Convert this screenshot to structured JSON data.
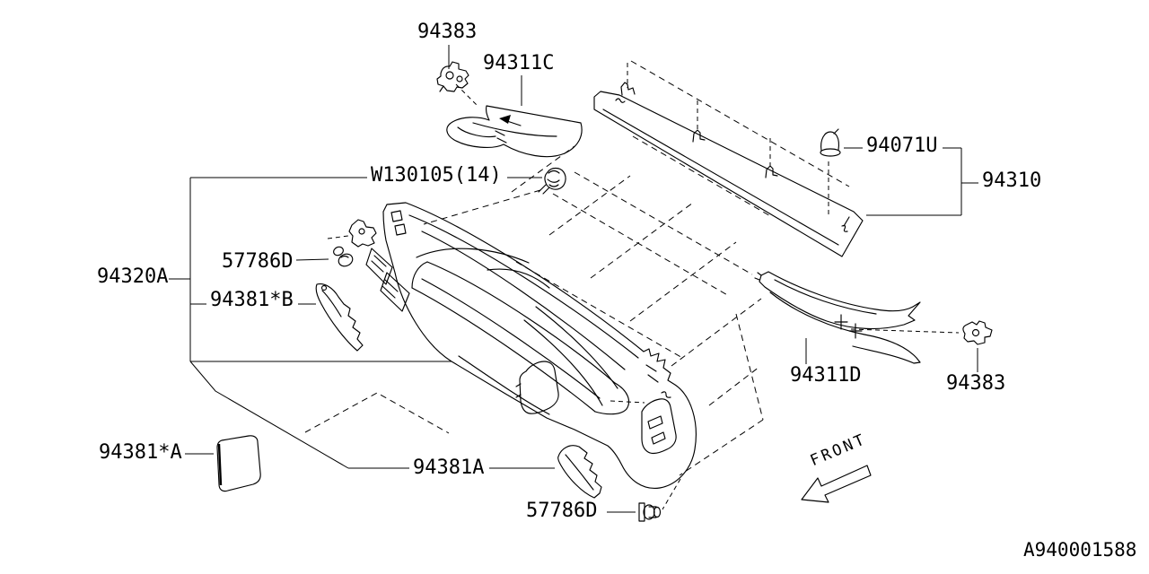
{
  "labels": [
    {
      "id": "94383-top",
      "text": "94383"
    },
    {
      "id": "94311C",
      "text": "94311C"
    },
    {
      "id": "W130105",
      "text": "W130105(14)"
    },
    {
      "id": "94071U",
      "text": "94071U"
    },
    {
      "id": "94310",
      "text": "94310"
    },
    {
      "id": "94320A",
      "text": "94320A"
    },
    {
      "id": "57786D-top",
      "text": "57786D"
    },
    {
      "id": "94381B",
      "text": "94381*B"
    },
    {
      "id": "94381A-star",
      "text": "94381*A"
    },
    {
      "id": "94381A",
      "text": "94381A"
    },
    {
      "id": "57786D-bottom",
      "text": "57786D"
    },
    {
      "id": "94311D",
      "text": "94311D"
    },
    {
      "id": "94383-right",
      "text": "94383"
    }
  ],
  "front_arrow": {
    "label": "FRONT",
    "direction": "down-left"
  },
  "footer": {
    "diagram_id": "A940001588"
  },
  "style": {
    "line_color": "#000000",
    "background": "#ffffff",
    "text_color": "#000000"
  }
}
